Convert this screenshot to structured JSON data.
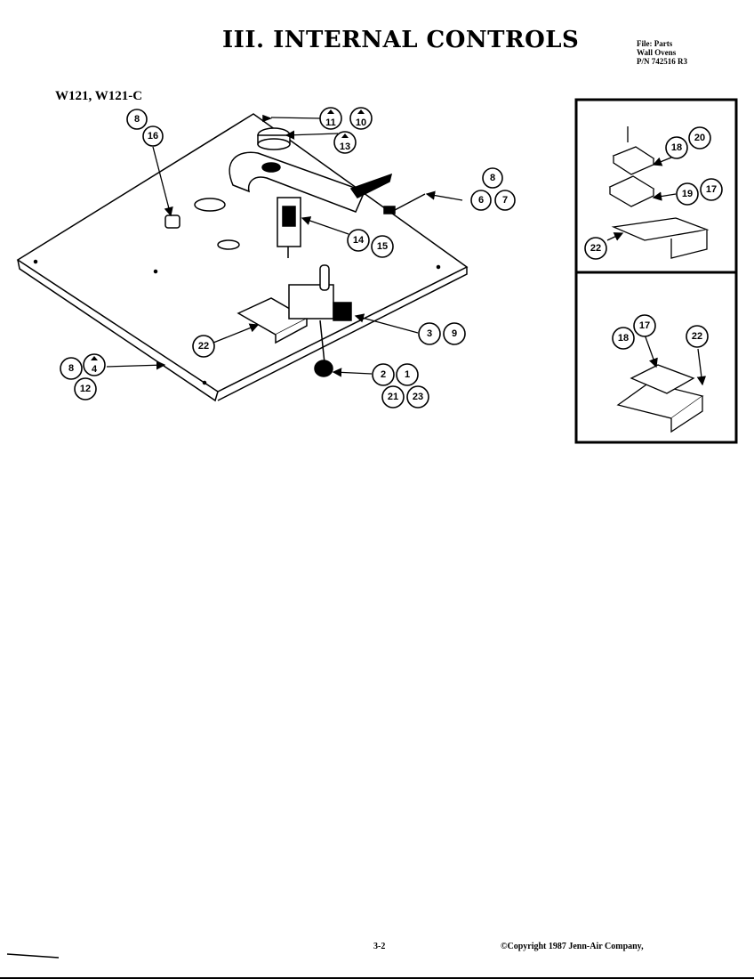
{
  "header": {
    "title": "III. INTERNAL CONTROLS",
    "file_info": [
      "File: Parts",
      "Wall Ovens",
      "P/N 742516 R3"
    ]
  },
  "model_label": "W121, W121-C",
  "footer": {
    "page_number": "3-2",
    "copyright": "©Copyright 1987 Jenn-Air Company,"
  },
  "callouts": {
    "c8a": "8",
    "c16a": "16",
    "c11": "11",
    "c10": "10",
    "c13": "13",
    "c8b": "8",
    "c6": "6",
    "c7": "7",
    "c14": "14",
    "c15": "15",
    "c22a": "22",
    "c3": "3",
    "c9": "9",
    "c8c": "8",
    "c4": "4",
    "c12": "12",
    "c2": "2",
    "c1": "1",
    "c21": "21",
    "c23": "23",
    "c18a": "18",
    "c20": "20",
    "c19": "19",
    "c17a": "17",
    "c22b": "22",
    "c18b": "18",
    "c17b": "17",
    "c22c": "22"
  }
}
